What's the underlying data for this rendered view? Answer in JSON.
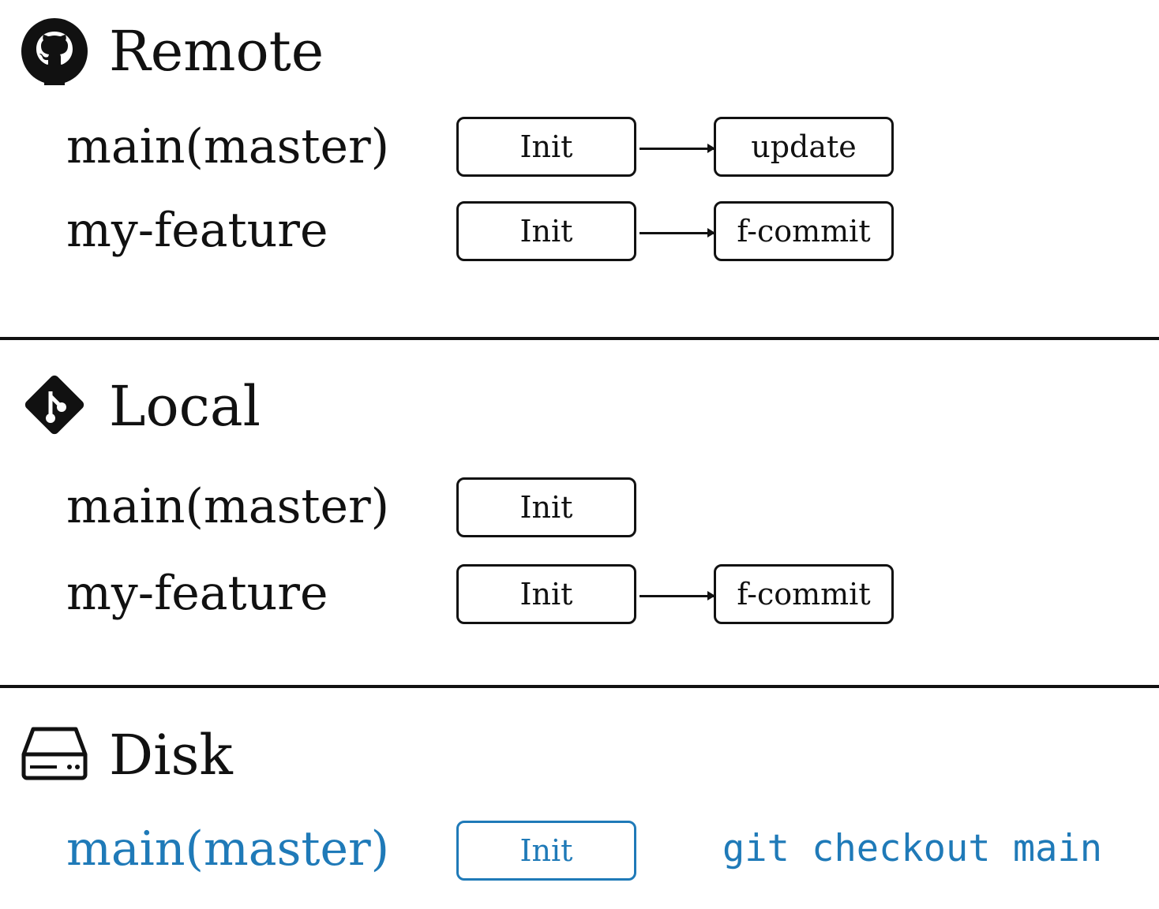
{
  "sections": {
    "remote": {
      "title": "Remote",
      "icon": "github-icon",
      "branches": [
        {
          "label": "main(master)",
          "commits": [
            "Init",
            "update"
          ]
        },
        {
          "label": "my-feature",
          "commits": [
            "Init",
            "f-commit"
          ]
        }
      ]
    },
    "local": {
      "title": "Local",
      "icon": "git-icon",
      "branches": [
        {
          "label": "main(master)",
          "commits": [
            "Init"
          ]
        },
        {
          "label": "my-feature",
          "commits": [
            "Init",
            "f-commit"
          ]
        }
      ]
    },
    "disk": {
      "title": "Disk",
      "icon": "hard-drive-icon",
      "branches": [
        {
          "label": "main(master)",
          "commits": [
            "Init"
          ]
        }
      ],
      "command": "git checkout main"
    }
  },
  "colors": {
    "text": "#111111",
    "highlight": "#1f7ab8",
    "background": "#ffffff"
  }
}
